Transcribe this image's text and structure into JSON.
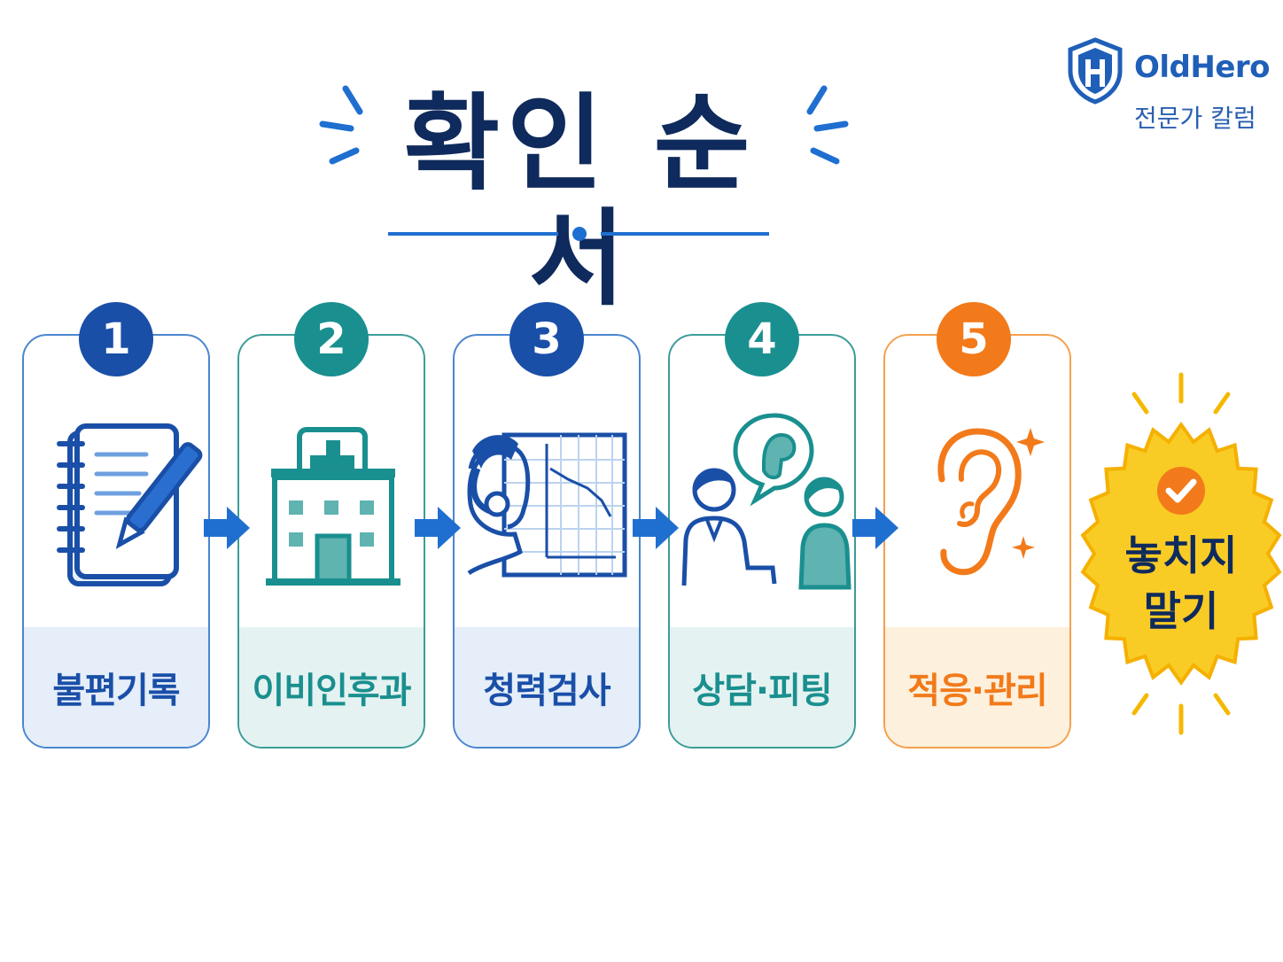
{
  "brand": {
    "name": "OldHero",
    "subtitle": "전문가 칼럼"
  },
  "title": "확인 순서",
  "steps": [
    {
      "number": "1",
      "label": "불편기록",
      "icon": "notebook-pen-icon",
      "color": "#1a4fa8",
      "foot": "#e5eef9",
      "border": "#4a86cf"
    },
    {
      "number": "2",
      "label": "이비인후과",
      "icon": "hospital-icon",
      "color": "#1a8f8f",
      "foot": "#e4f2f1",
      "border": "#3c9c98"
    },
    {
      "number": "3",
      "label": "청력검사",
      "icon": "hearing-test-icon",
      "color": "#1a4fa8",
      "foot": "#e5eef9",
      "border": "#4a86cf"
    },
    {
      "number": "4",
      "label": "상담·피팅",
      "icon": "consultation-icon",
      "color": "#1a8f8f",
      "foot": "#e4f2f1",
      "border": "#3c9c98"
    },
    {
      "number": "5",
      "label": "적응·관리",
      "icon": "ear-icon",
      "color": "#f27a1a",
      "foot": "#fdf0dc",
      "border": "#f5a04e"
    }
  ],
  "badge": {
    "line1": "놓치지",
    "line2": "말기",
    "icon": "check-icon"
  }
}
